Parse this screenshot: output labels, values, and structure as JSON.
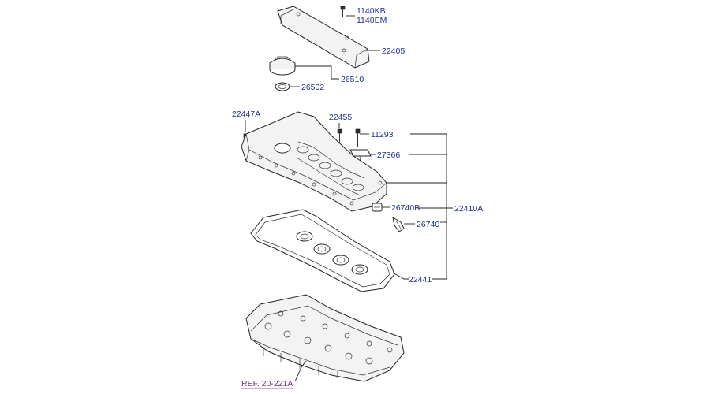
{
  "labels": {
    "p1140KB": "1140KB",
    "p1140EM": "1140EM",
    "p22405": "22405",
    "p26510": "26510",
    "p26502": "26502",
    "p22447A": "22447A",
    "p22455": "22455",
    "p11293": "11293",
    "p27366": "27366",
    "p26740B": "26740B",
    "p22410A": "22410A",
    "p26740": "26740",
    "p22441": "22441",
    "ref": "REF. 20-221A"
  },
  "colors": {
    "label_text": "#1f2f86",
    "reference_text": "#7a2b8f",
    "line_art": "#222222",
    "background": "#ffffff"
  }
}
